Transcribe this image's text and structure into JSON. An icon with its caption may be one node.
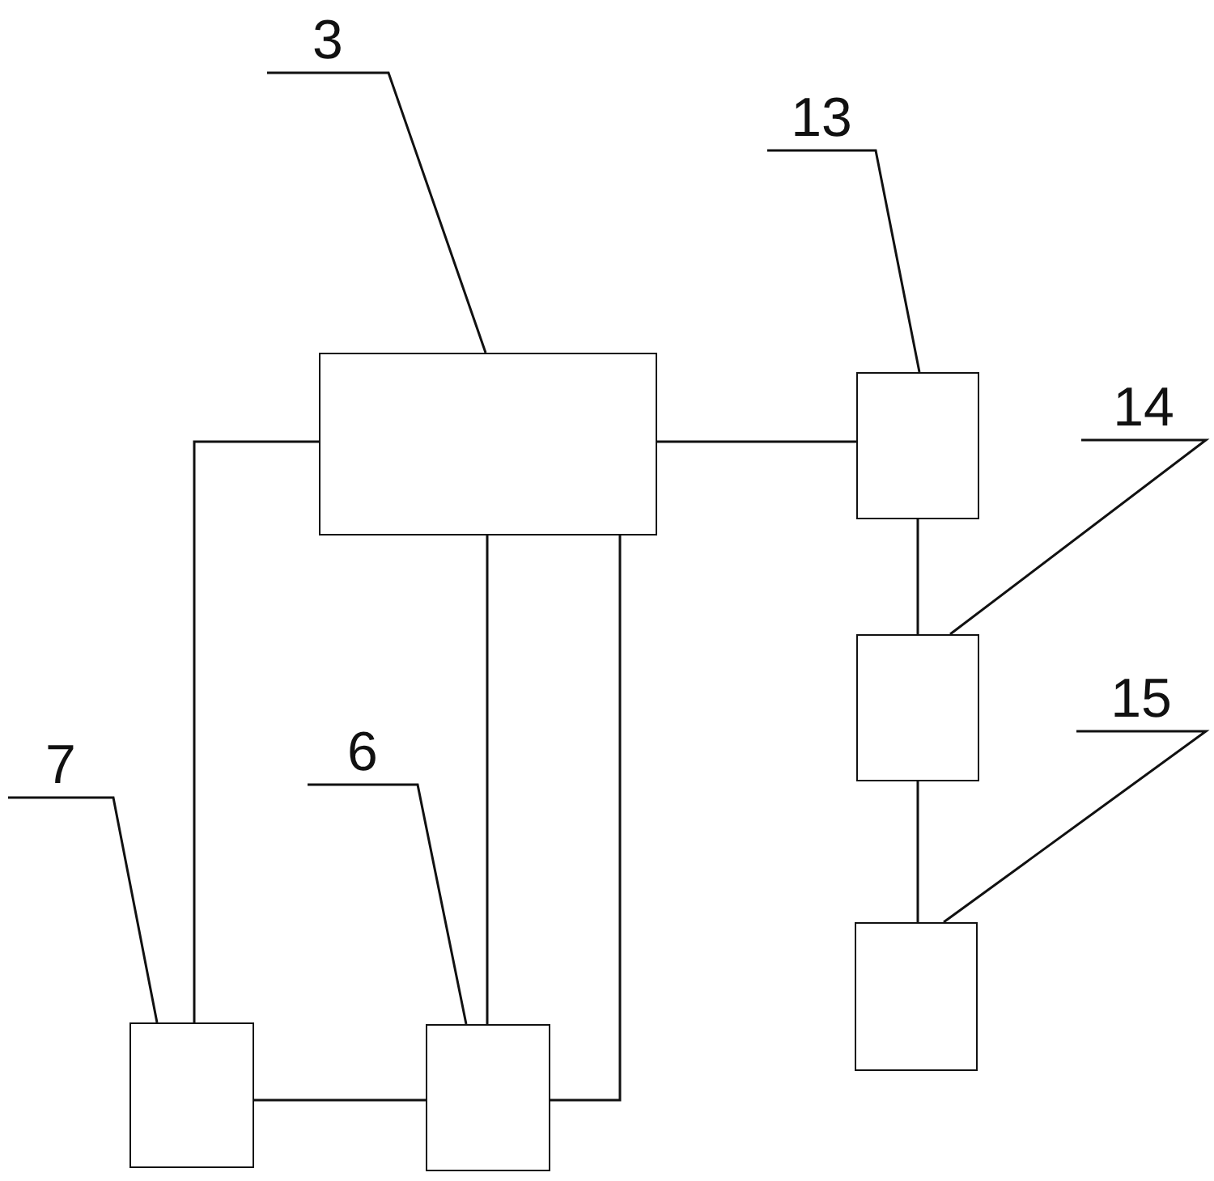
{
  "diagram": {
    "nodes": [
      {
        "text": [
          "3"
        ]
      },
      {
        "text": [],
        "shape": "box"
      },
      {
        "text": [
          "13"
        ]
      },
      {
        "text": [],
        "shape": "box"
      },
      {
        "text": [
          "14"
        ]
      },
      {
        "text": [],
        "shape": "box"
      },
      {
        "text": [
          "15"
        ]
      },
      {
        "text": [],
        "shape": "box"
      },
      {
        "text": [
          "7"
        ]
      },
      {
        "text": [],
        "shape": "box"
      },
      {
        "text": [
          "6"
        ]
      },
      {
        "text": [],
        "shape": "box"
      }
    ],
    "edges": [
      {
        "from": 0,
        "to": 1,
        "arrow": "none"
      },
      {
        "from": 2,
        "to": 3,
        "arrow": "none"
      },
      {
        "from": 4,
        "to": 5,
        "arrow": "none"
      },
      {
        "from": 6,
        "to": 7,
        "arrow": "none"
      },
      {
        "from": 8,
        "to": 9,
        "arrow": "none"
      },
      {
        "from": 10,
        "to": 11,
        "arrow": "none"
      },
      {
        "from": 1,
        "to": 3,
        "arrow": "none"
      },
      {
        "from": 3,
        "to": 5,
        "arrow": "none"
      },
      {
        "from": 5,
        "to": 7,
        "arrow": "none"
      },
      {
        "from": 1,
        "to": 9,
        "arrow": "none"
      },
      {
        "from": 9,
        "to": 11,
        "arrow": "none"
      },
      {
        "from": 1,
        "to": 11,
        "arrow": "none"
      },
      {
        "from": 1,
        "to": 11,
        "arrow": "none"
      }
    ]
  }
}
